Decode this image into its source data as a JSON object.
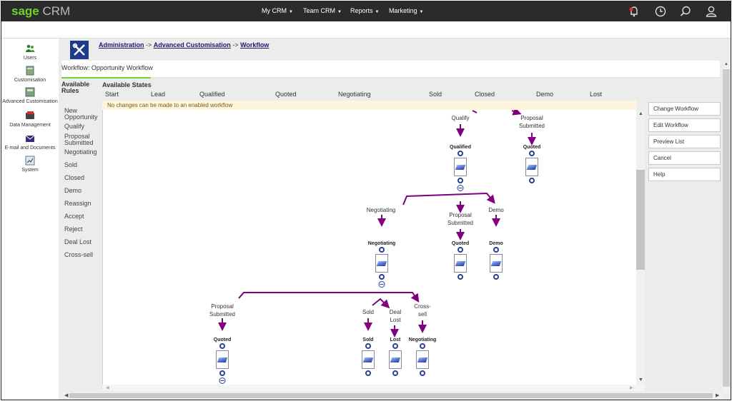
{
  "app": {
    "brand_part1": "sage",
    "brand_part2": " CRM",
    "menus": [
      "My CRM",
      "Team CRM",
      "Reports",
      "Marketing"
    ],
    "icons": [
      "notification-bell-icon",
      "recent-clock-icon",
      "search-icon",
      "user-icon"
    ]
  },
  "leftnav": [
    {
      "label": "Users",
      "icon": "users-icon"
    },
    {
      "label": "Customisation",
      "icon": "customisation-icon"
    },
    {
      "label": "Advanced Customisation",
      "icon": "advanced-customisation-icon"
    },
    {
      "label": "Data Management",
      "icon": "data-management-icon"
    },
    {
      "label": "E-mail and Documents",
      "icon": "email-icon"
    },
    {
      "label": "System",
      "icon": "system-icon"
    }
  ],
  "breadcrumb": {
    "part1": "Administration",
    "sep1": " -> ",
    "part2": "Advanced Customisation",
    "sep2": " -> ",
    "part3": "Workflow"
  },
  "page": {
    "title": "Workflow: Opportunity Workflow",
    "available_rules_header": "Available Rules",
    "available_states_header": "Available States",
    "warning": "No changes can be made to an enabled workflow"
  },
  "states": [
    "Start",
    "Lead",
    "Qualified",
    "Quoted",
    "Negotiating",
    "Sold",
    "Closed",
    "Demo",
    "Lost"
  ],
  "rules": [
    "New Opportunity",
    "Qualify",
    "Proposal Submitted",
    "Negotiating",
    "Sold",
    "Closed",
    "Demo",
    "Reassign",
    "Accept",
    "Reject",
    "Deal Lost",
    "Cross-sell"
  ],
  "diagram": {
    "transitions": [
      "Qualify",
      "Proposal Submitted",
      "Negotiating",
      "Proposal Submitted",
      "Demo",
      "Proposal Submitted",
      "Sold",
      "Deal Lost",
      "Cross-sell"
    ],
    "state_nodes": [
      "Qualified",
      "Quoted",
      "Negotiating",
      "Quoted",
      "Demo",
      "Quoted",
      "Sold",
      "Lost",
      "Negotiating"
    ]
  },
  "buttons": {
    "change_workflow": "Change Workflow",
    "edit_workflow": "Edit Workflow",
    "preview_list": "Preview List",
    "cancel": "Cancel",
    "help": "Help"
  },
  "colors": {
    "brand_green": "#6fd132",
    "topbar": "#2b2b2b",
    "arrow_purple": "#800080",
    "node_blue": "#1d3aa8"
  }
}
